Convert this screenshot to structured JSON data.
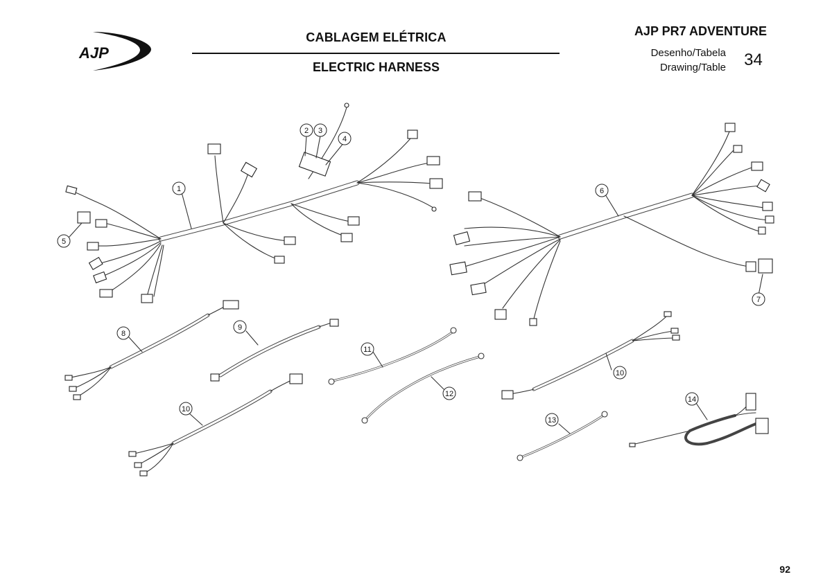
{
  "header": {
    "logo_text": "AJP",
    "title_pt": "CABLAGEM ELÉTRICA",
    "title_en": "ELECTRIC HARNESS",
    "model": "AJP PR7 ADVENTURE",
    "drawing_label_pt": "Desenho/Tabela",
    "drawing_label_en": "Drawing/Table",
    "table_number": "34"
  },
  "diagram": {
    "callouts": [
      "1",
      "2",
      "3",
      "4",
      "5",
      "6",
      "7",
      "8",
      "9",
      "10",
      "10",
      "11",
      "12",
      "13",
      "14"
    ]
  },
  "footer": {
    "page_number": "92"
  }
}
